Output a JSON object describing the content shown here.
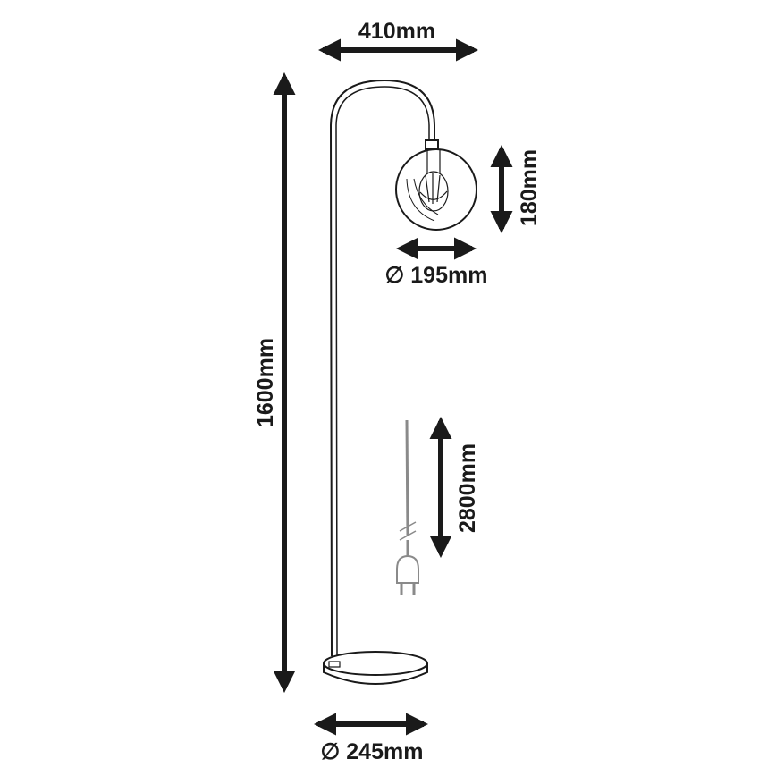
{
  "dimensions": {
    "arc_width": "410mm",
    "total_height": "1600mm",
    "shade_height": "180mm",
    "shade_diameter": "∅ 195mm",
    "cable_length": "2800mm",
    "base_diameter": "∅ 245mm"
  },
  "colors": {
    "line": "#1a1a1a",
    "cable": "#8a8a8a"
  }
}
